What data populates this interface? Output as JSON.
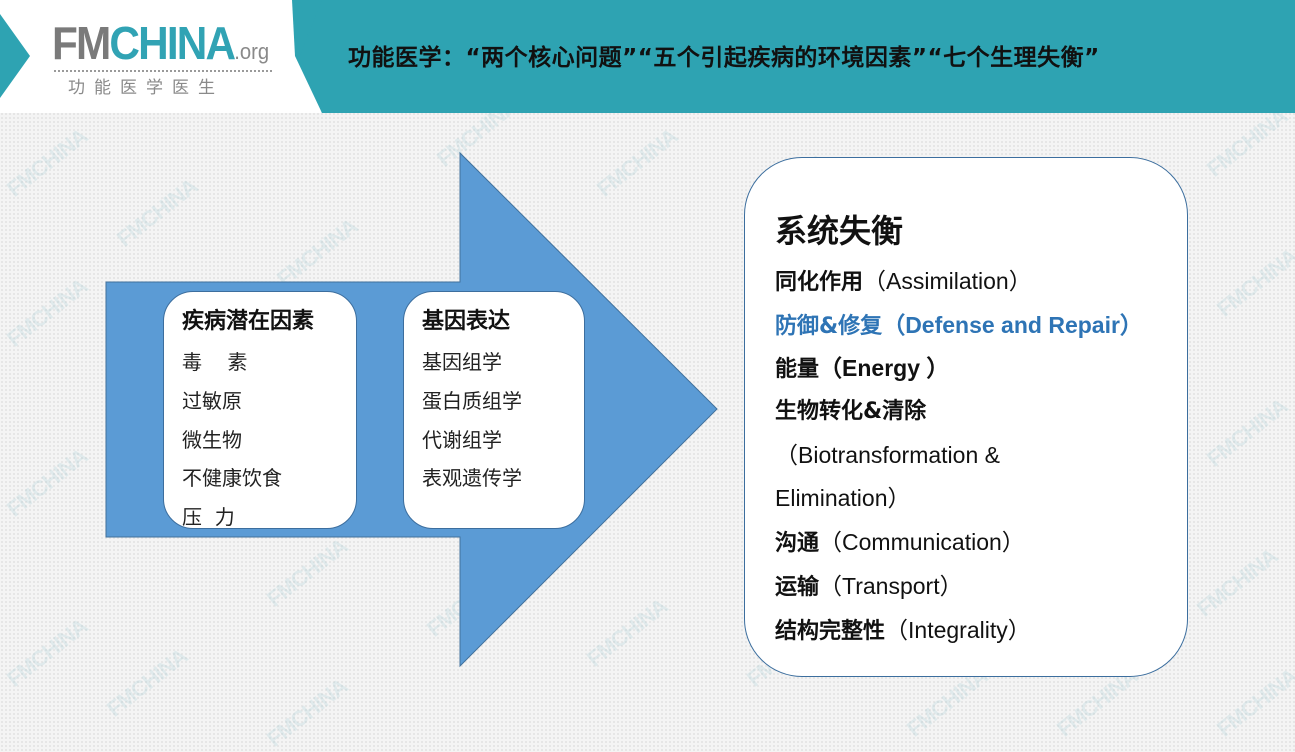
{
  "logo": {
    "fm": "FM",
    "china": "CHINA",
    "org": ".org",
    "subtitle": "功能医学医生"
  },
  "header": {
    "title": "功能医学：“两个核心问题”“五个引起疾病的环境因素”“七个生理失衡”"
  },
  "colors": {
    "teal": "#2ea3b2",
    "arrow_blue": "#5b9bd5",
    "highlight": "#2e74b5"
  },
  "arrow": {
    "left_box": {
      "title": "疾病潜在因素",
      "items": [
        "毒    素",
        "过敏原",
        "微生物",
        "不健康饮食",
        "压  力"
      ]
    },
    "mid_box": {
      "title": "基因表达",
      "items": [
        "基因组学",
        "蛋白质组学",
        "代谢组学",
        "表观遗传学"
      ]
    }
  },
  "panel": {
    "title": "系统失衡",
    "lines": [
      {
        "cn": "同化作用",
        "en": "（Assimilation）"
      },
      {
        "cn": "防御&修复",
        "en": "（Defense and Repair）"
      },
      {
        "cn": "能量",
        "en": "（Energy ）"
      },
      {
        "cn": "生物转化&清除",
        "en": ""
      },
      {
        "cn": "",
        "en": "（Biotransformation &"
      },
      {
        "cn": "",
        "en": "Elimination）"
      },
      {
        "cn": "沟通",
        "en": "（Communication）"
      },
      {
        "cn": "运输",
        "en": "（Transport）"
      },
      {
        "cn": "结构完整性",
        "en": "（Integrality）"
      }
    ]
  },
  "watermark": "FMCHINA"
}
